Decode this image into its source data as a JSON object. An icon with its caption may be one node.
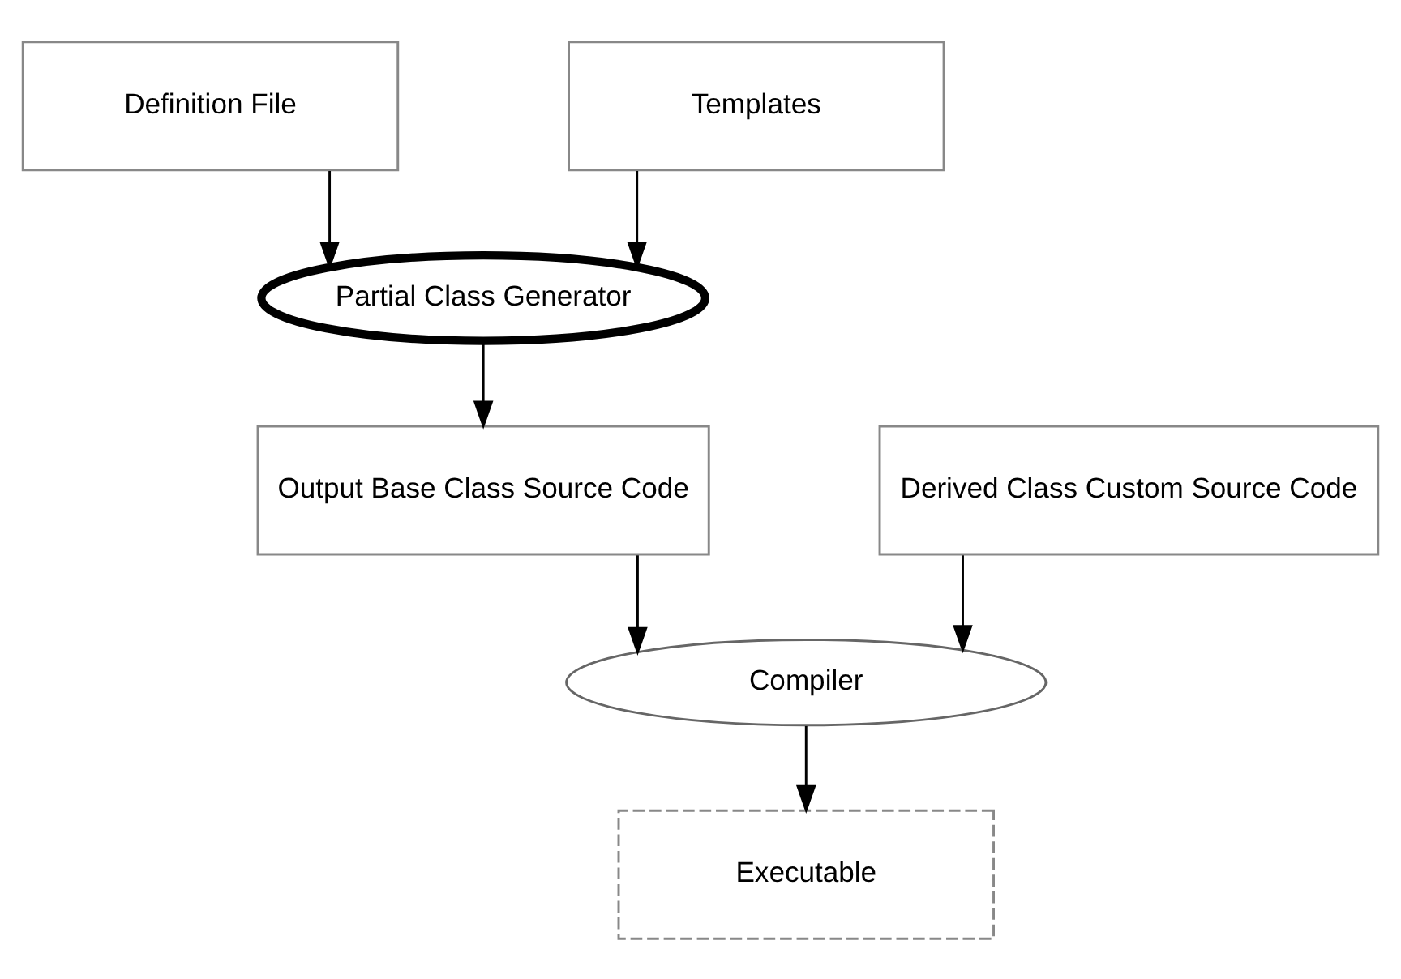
{
  "diagram": {
    "nodes": [
      {
        "text": [
          "Definition File"
        ]
      },
      {
        "text": [
          "Templates"
        ]
      },
      {
        "text": [
          "Partial Class Generator"
        ]
      },
      {
        "text": [
          "Output Base Class Source Code"
        ]
      },
      {
        "text": [
          "Derived Class Custom Source Code"
        ]
      },
      {
        "text": [
          "Compiler"
        ]
      },
      {
        "text": [
          "Executable"
        ]
      }
    ],
    "edges": [
      {
        "from": 0,
        "to": 2,
        "arrow": "to"
      },
      {
        "from": 1,
        "to": 2,
        "arrow": "to"
      },
      {
        "from": 2,
        "to": 3,
        "arrow": "to"
      },
      {
        "from": 3,
        "to": 5,
        "arrow": "to"
      },
      {
        "from": 4,
        "to": 5,
        "arrow": "to"
      },
      {
        "from": 5,
        "to": 6,
        "arrow": "to"
      }
    ]
  }
}
